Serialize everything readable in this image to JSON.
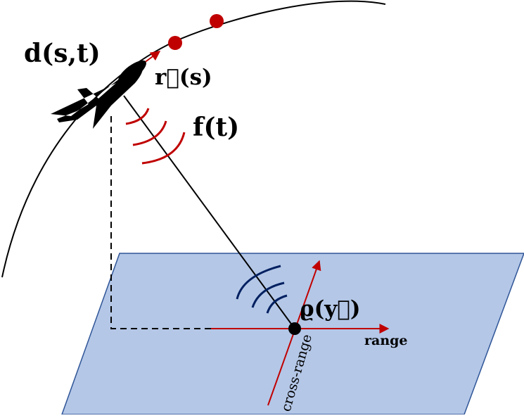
{
  "labels": {
    "trajectory": "d(s,t)",
    "position": "r⃗(s)",
    "waveform": "f(t)",
    "reflectivity": "ϱ(y⃗)",
    "range": "range",
    "cross_range": "cross-range"
  },
  "icons": {
    "aircraft": "airplane-icon"
  },
  "colors": {
    "ground_fill": "#b4c7e7",
    "ground_stroke": "#2f5597",
    "accent_red": "#c00000",
    "accent_blue": "#002060",
    "ink": "#000000"
  }
}
